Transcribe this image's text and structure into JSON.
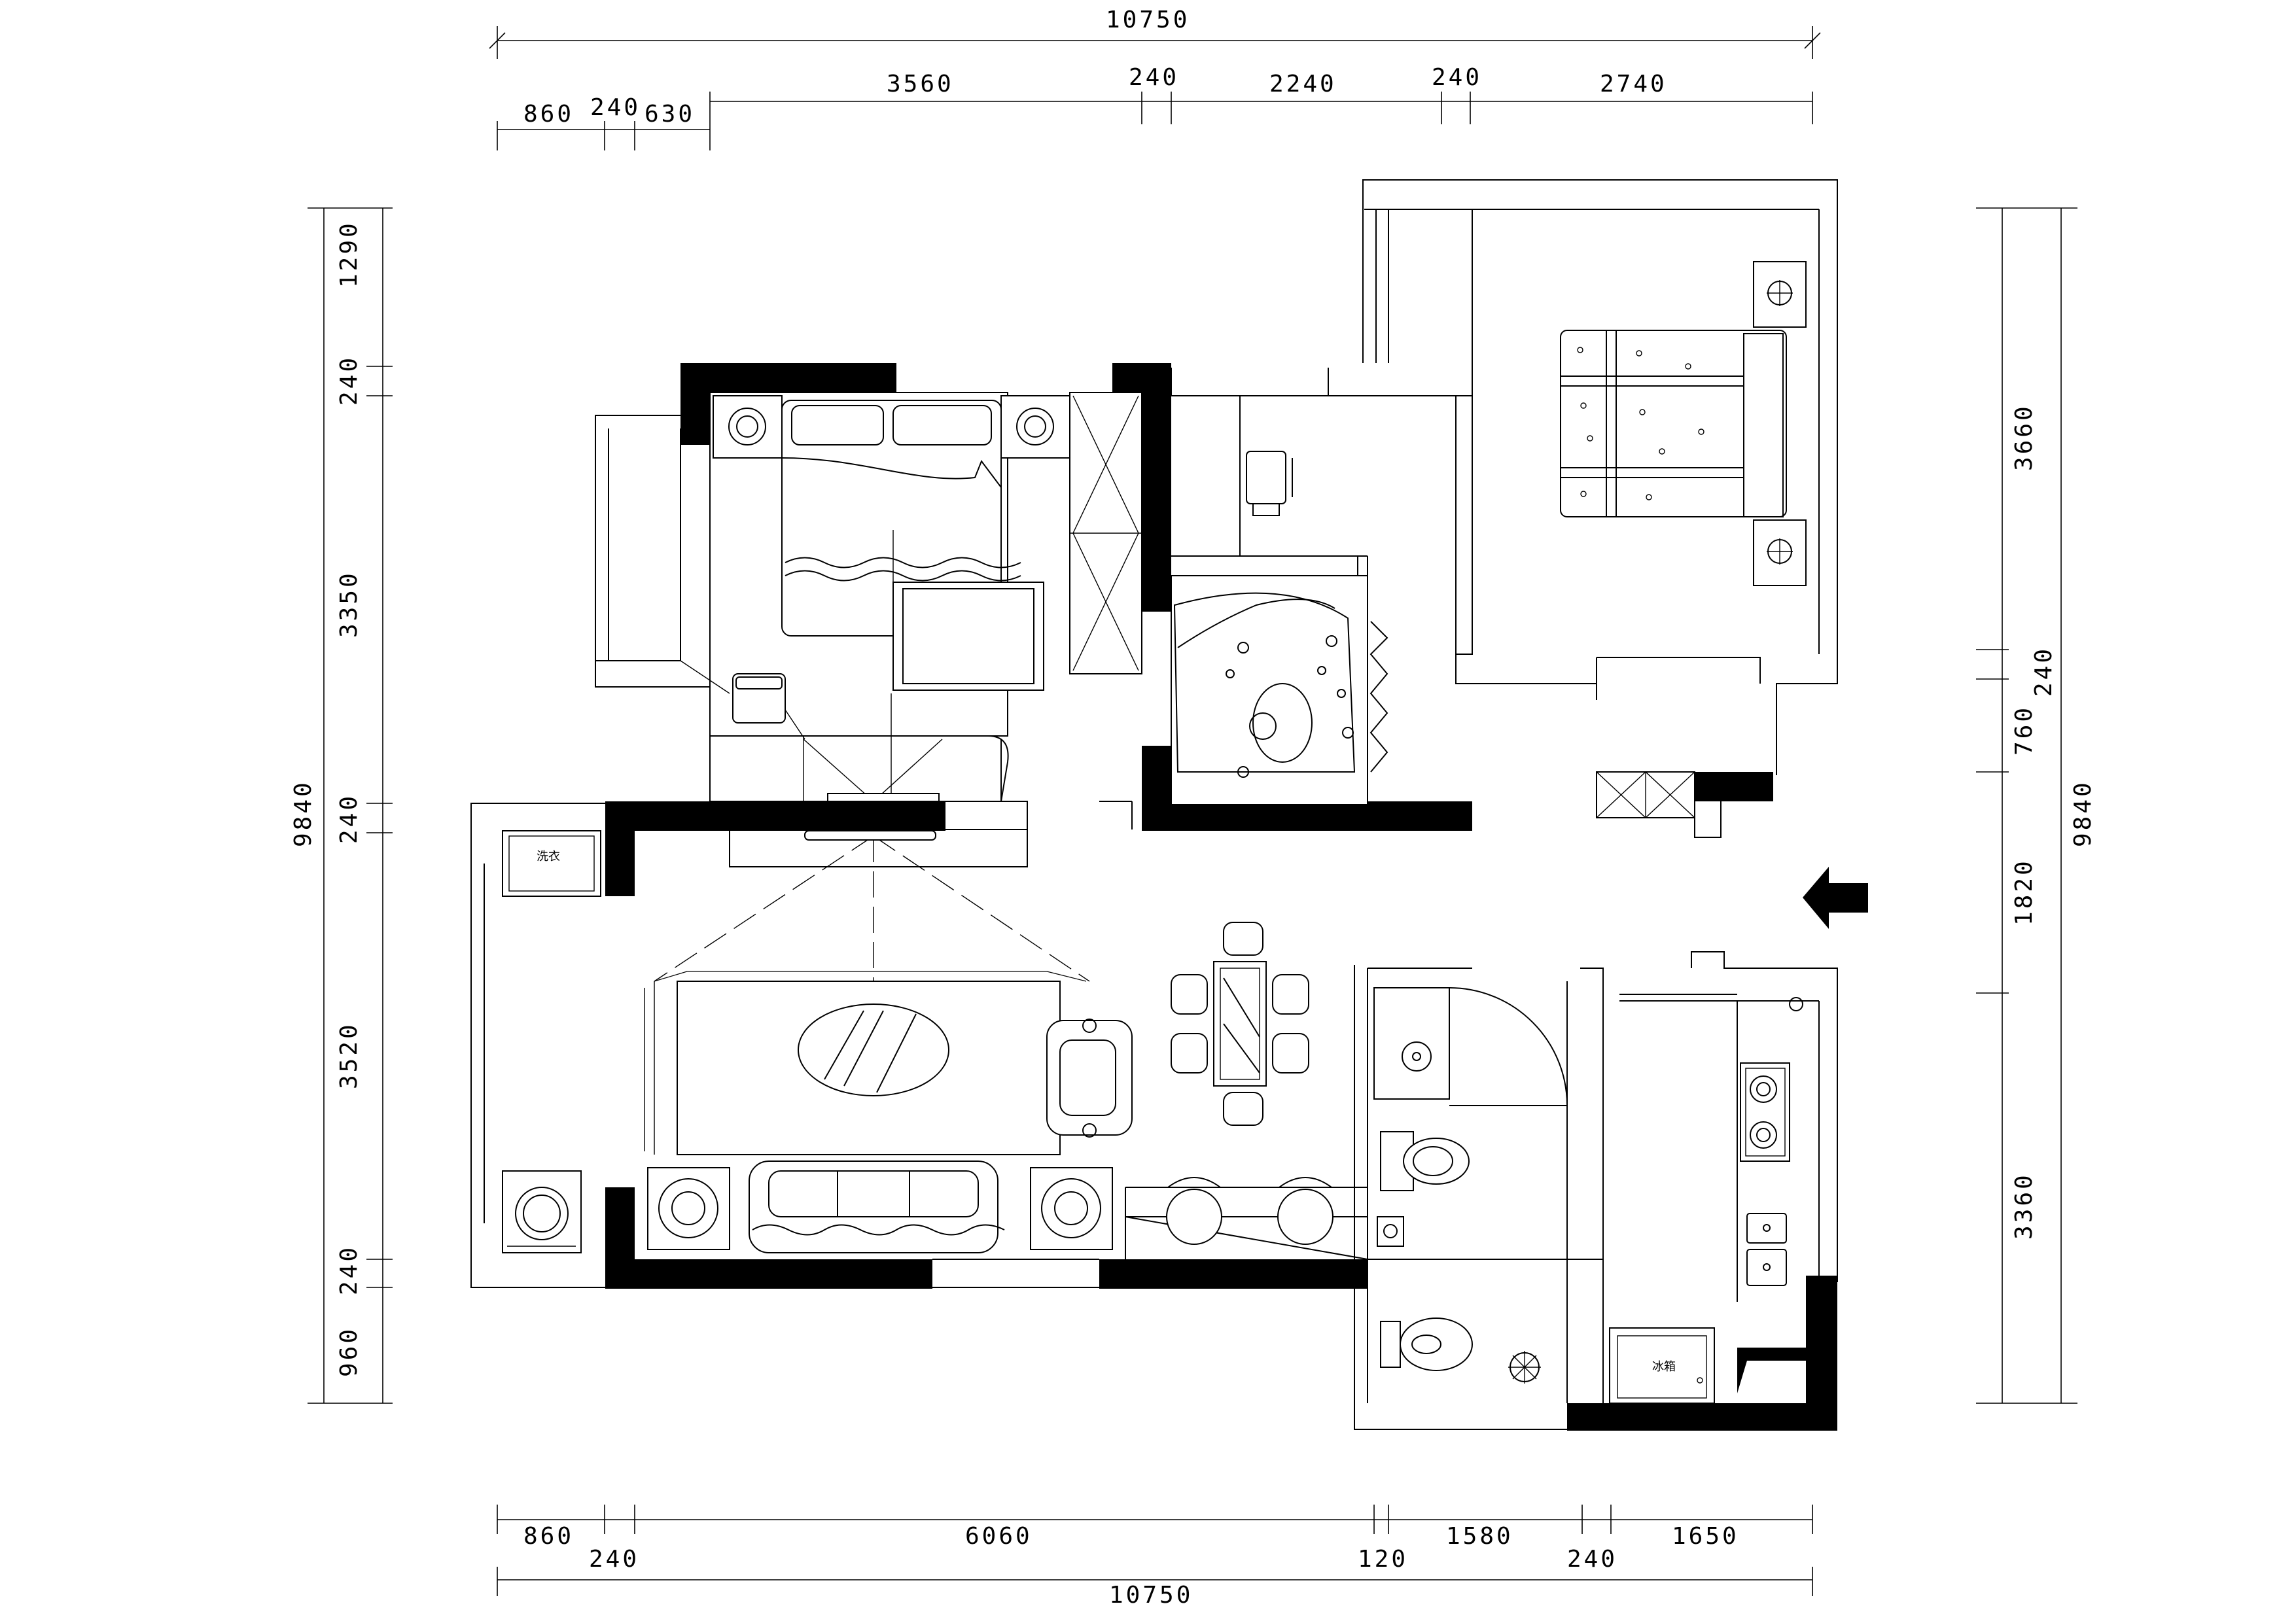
{
  "dimensions": {
    "top_total": "10750",
    "top_segments": [
      "860",
      "240",
      "630",
      "3560",
      "240",
      "2240",
      "240",
      "2740"
    ],
    "bottom_total": "10750",
    "bottom_upper": [
      "860",
      "6060",
      "1580",
      "1650"
    ],
    "bottom_lower": [
      "240",
      "120",
      "240"
    ],
    "left_total": "9840",
    "left_segments": [
      "1290",
      "240",
      "3350",
      "240",
      "3520",
      "240",
      "960"
    ],
    "right_total": "9840",
    "right_segments": [
      "3660",
      "240",
      "760",
      "1820",
      "3360"
    ]
  },
  "labels": {
    "washer_text": "洗衣",
    "cabinet_text": "冰箱"
  },
  "colors": {
    "line": "#000000",
    "wall_fill": "#000000",
    "background": "#ffffff"
  },
  "icons": {
    "entrance_arrow": "arrow-left-icon"
  }
}
